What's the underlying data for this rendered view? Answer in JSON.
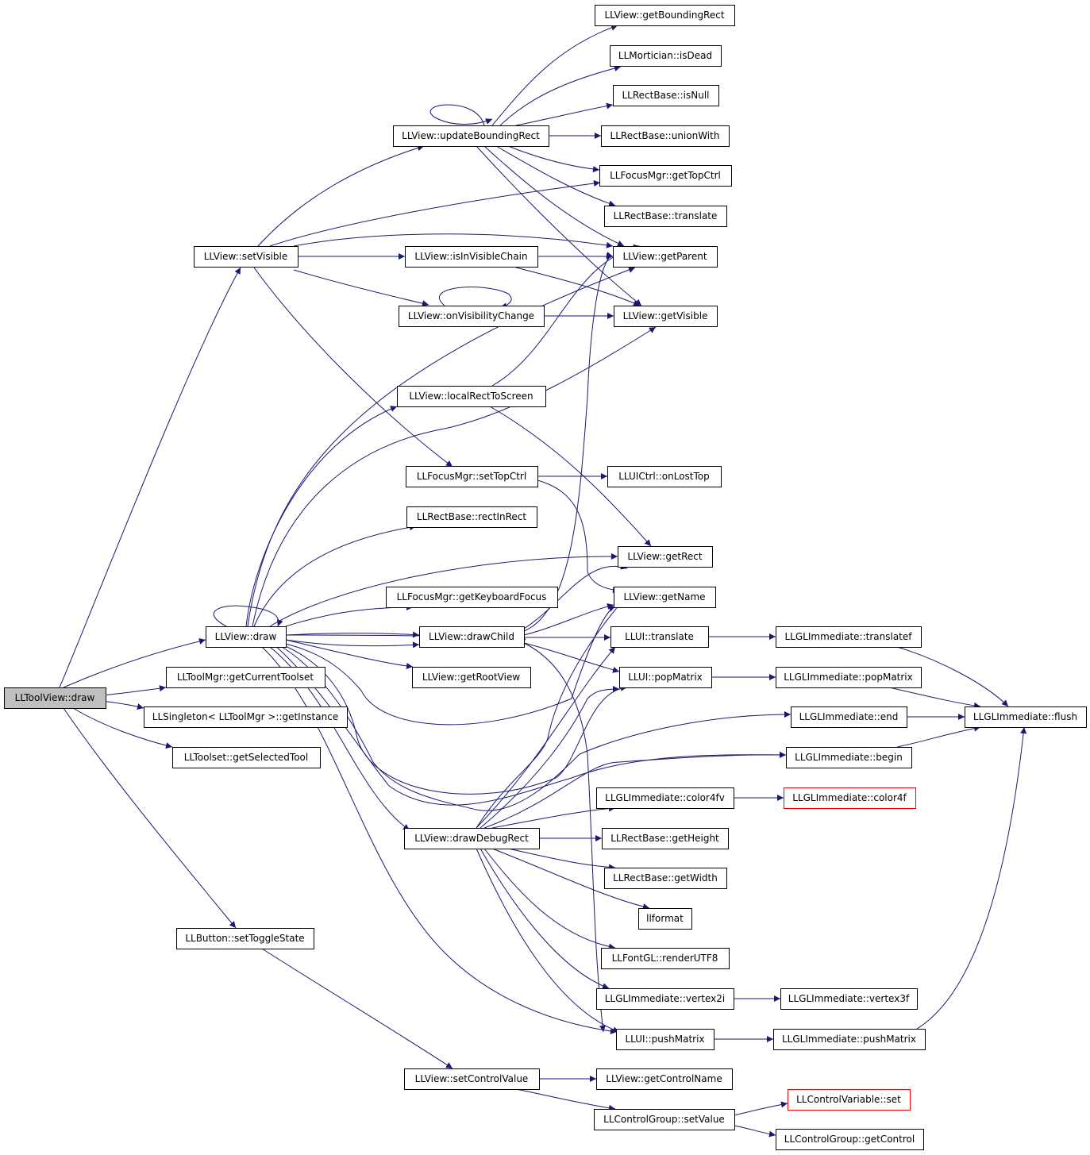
{
  "colors": {
    "edge": "#191970",
    "root_fill": "#bfbfbf",
    "red_border": "#ff0000"
  },
  "nodes": [
    {
      "id": "toolview_draw",
      "label": "LLToolView::draw",
      "root": true
    },
    {
      "id": "setVisible",
      "label": "LLView::setVisible"
    },
    {
      "id": "view_draw",
      "label": "LLView::draw"
    },
    {
      "id": "getCurrentToolset",
      "label": "LLToolMgr::getCurrentToolset"
    },
    {
      "id": "getInstance",
      "label": "LLSingleton< LLToolMgr >::getInstance"
    },
    {
      "id": "getSelectedTool",
      "label": "LLToolset::getSelectedTool"
    },
    {
      "id": "setToggleState",
      "label": "LLButton::setToggleState"
    },
    {
      "id": "updateBoundingRect",
      "label": "LLView::updateBoundingRect"
    },
    {
      "id": "isInVisibleChain",
      "label": "LLView::isInVisibleChain"
    },
    {
      "id": "onVisibilityChange",
      "label": "LLView::onVisibilityChange"
    },
    {
      "id": "localRectToScreen",
      "label": "LLView::localRectToScreen"
    },
    {
      "id": "setTopCtrl",
      "label": "LLFocusMgr::setTopCtrl"
    },
    {
      "id": "rectInRect",
      "label": "LLRectBase::rectInRect"
    },
    {
      "id": "getKeyboardFocus",
      "label": "LLFocusMgr::getKeyboardFocus"
    },
    {
      "id": "drawChild",
      "label": "LLView::drawChild"
    },
    {
      "id": "getRootView",
      "label": "LLView::getRootView"
    },
    {
      "id": "drawDebugRect",
      "label": "LLView::drawDebugRect"
    },
    {
      "id": "setControlValue",
      "label": "LLView::setControlValue"
    },
    {
      "id": "getBoundingRect",
      "label": "LLView::getBoundingRect"
    },
    {
      "id": "isDead",
      "label": "LLMortician::isDead"
    },
    {
      "id": "isNull",
      "label": "LLRectBase::isNull"
    },
    {
      "id": "unionWith",
      "label": "LLRectBase::unionWith"
    },
    {
      "id": "getTopCtrl",
      "label": "LLFocusMgr::getTopCtrl"
    },
    {
      "id": "rb_translate",
      "label": "LLRectBase::translate"
    },
    {
      "id": "getParent",
      "label": "LLView::getParent"
    },
    {
      "id": "getVisible",
      "label": "LLView::getVisible"
    },
    {
      "id": "onLostTop",
      "label": "LLUICtrl::onLostTop"
    },
    {
      "id": "getRect",
      "label": "LLView::getRect"
    },
    {
      "id": "getName",
      "label": "LLView::getName"
    },
    {
      "id": "ui_translate",
      "label": "LLUI::translate"
    },
    {
      "id": "popMatrix",
      "label": "LLUI::popMatrix"
    },
    {
      "id": "color4fv",
      "label": "LLGLImmediate::color4fv"
    },
    {
      "id": "getHeight",
      "label": "LLRectBase::getHeight"
    },
    {
      "id": "getWidth",
      "label": "LLRectBase::getWidth"
    },
    {
      "id": "llformat",
      "label": "llformat"
    },
    {
      "id": "renderUTF8",
      "label": "LLFontGL::renderUTF8"
    },
    {
      "id": "vertex2i",
      "label": "LLGLImmediate::vertex2i"
    },
    {
      "id": "pushMatrix",
      "label": "LLUI::pushMatrix"
    },
    {
      "id": "getControlName",
      "label": "LLView::getControlName"
    },
    {
      "id": "setValue",
      "label": "LLControlGroup::setValue"
    },
    {
      "id": "translatef",
      "label": "LLGLImmediate::translatef"
    },
    {
      "id": "gl_popMatrix",
      "label": "LLGLImmediate::popMatrix"
    },
    {
      "id": "gl_end",
      "label": "LLGLImmediate::end"
    },
    {
      "id": "gl_begin",
      "label": "LLGLImmediate::begin"
    },
    {
      "id": "color4f",
      "label": "LLGLImmediate::color4f",
      "red": true
    },
    {
      "id": "vertex3f",
      "label": "LLGLImmediate::vertex3f"
    },
    {
      "id": "gl_pushMatrix",
      "label": "LLGLImmediate::pushMatrix"
    },
    {
      "id": "cv_set",
      "label": "LLControlVariable::set",
      "red": true
    },
    {
      "id": "getControl",
      "label": "LLControlGroup::getControl"
    },
    {
      "id": "flush",
      "label": "LLGLImmediate::flush"
    }
  ]
}
